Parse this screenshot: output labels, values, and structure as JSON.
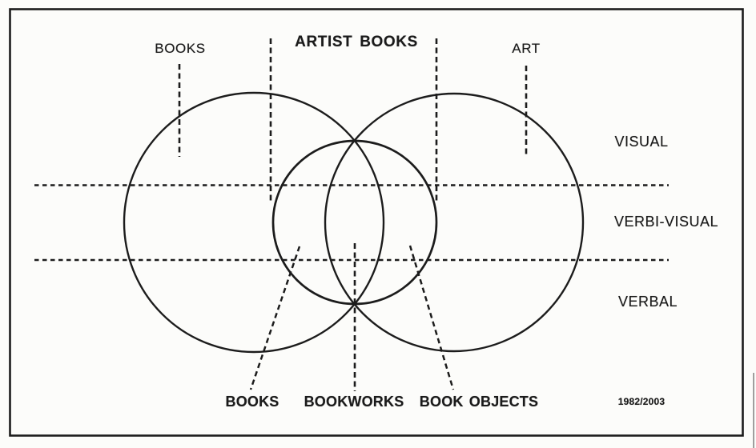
{
  "diagram": {
    "title": "ARTIST BOOKS",
    "top_labels": {
      "books": "BOOKS",
      "art": "ART"
    },
    "right_labels": {
      "visual": "VISUAL",
      "verbi_visual": "VERBI-VISUAL",
      "verbal": "VERBAL"
    },
    "bottom_labels": {
      "books": "BOOKS",
      "bookworks": "BOOKWORKS",
      "book_objects": "BOOK OBJECTS"
    },
    "date": "1982/2003",
    "colors": {
      "ink": "#1c1c1c",
      "paper": "#fcfcfa"
    }
  }
}
